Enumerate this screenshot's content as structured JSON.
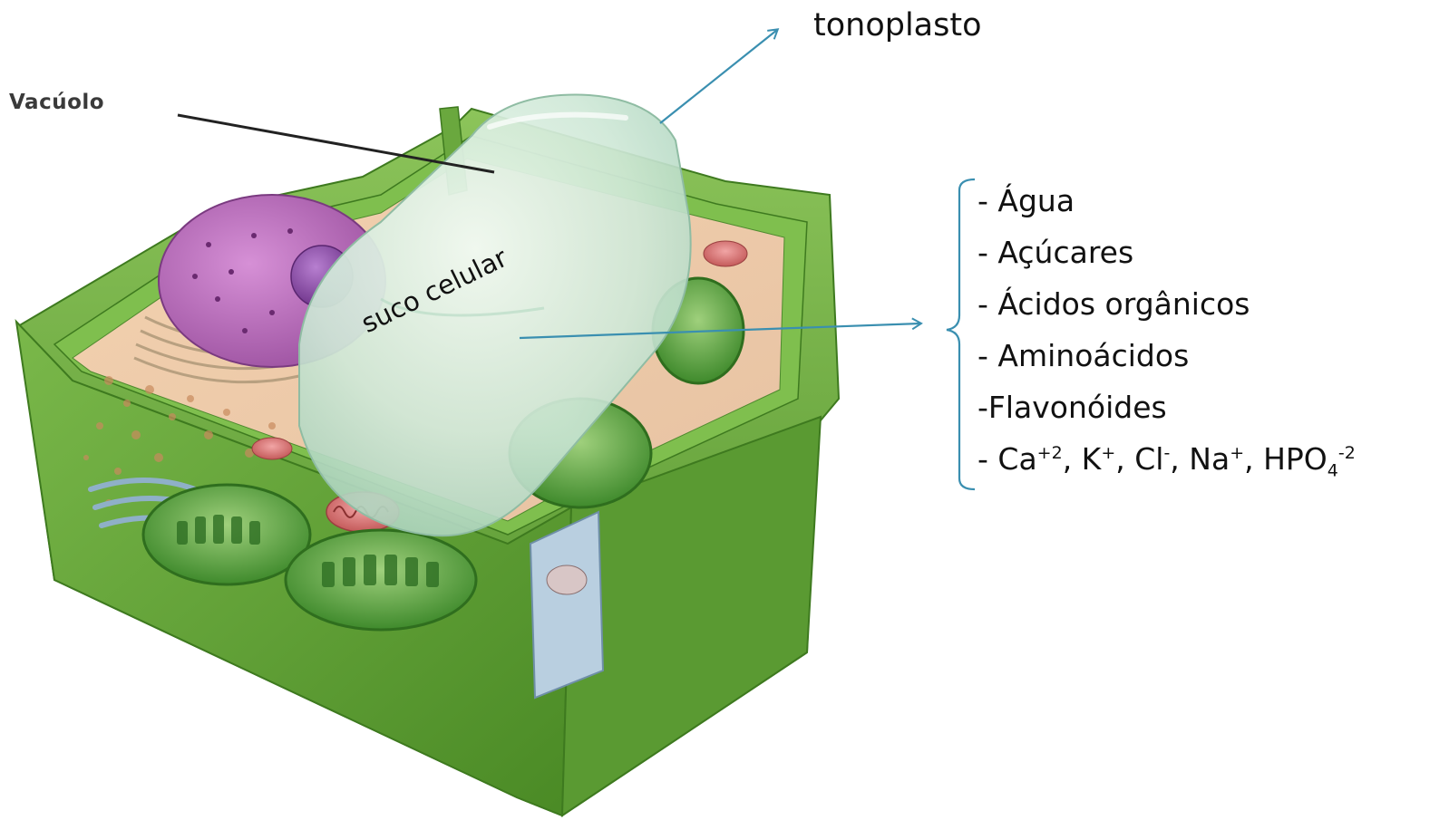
{
  "labels": {
    "vacuolo": "Vacúolo",
    "tonoplasto": "tonoplasto",
    "suco_celular": "suco celular"
  },
  "components": {
    "agua": "- Água",
    "acucares": "- Açúcares",
    "acidos_organicos": "- Ácidos orgânicos",
    "aminoacidos": "- Aminoácidos",
    "flavonoides": "-Flavonóides",
    "ions": {
      "prefix": "- Ca",
      "ca_charge": "+2",
      "sep1": ", K",
      "k_charge": "+",
      "sep2": ", Cl",
      "cl_charge": "-",
      "sep3": ", Na",
      "na_charge": "+",
      "sep4": ", HPO",
      "hpo_sub": "4",
      "hpo_charge": "-2"
    }
  },
  "colors": {
    "cell_wall": "#6fae3f",
    "vacuole": "#c9e6d3",
    "nucleus": "#b468b4",
    "chloroplast": "#4e9a3a",
    "arrow": "#3a8fb0",
    "leader_line": "#222222"
  }
}
